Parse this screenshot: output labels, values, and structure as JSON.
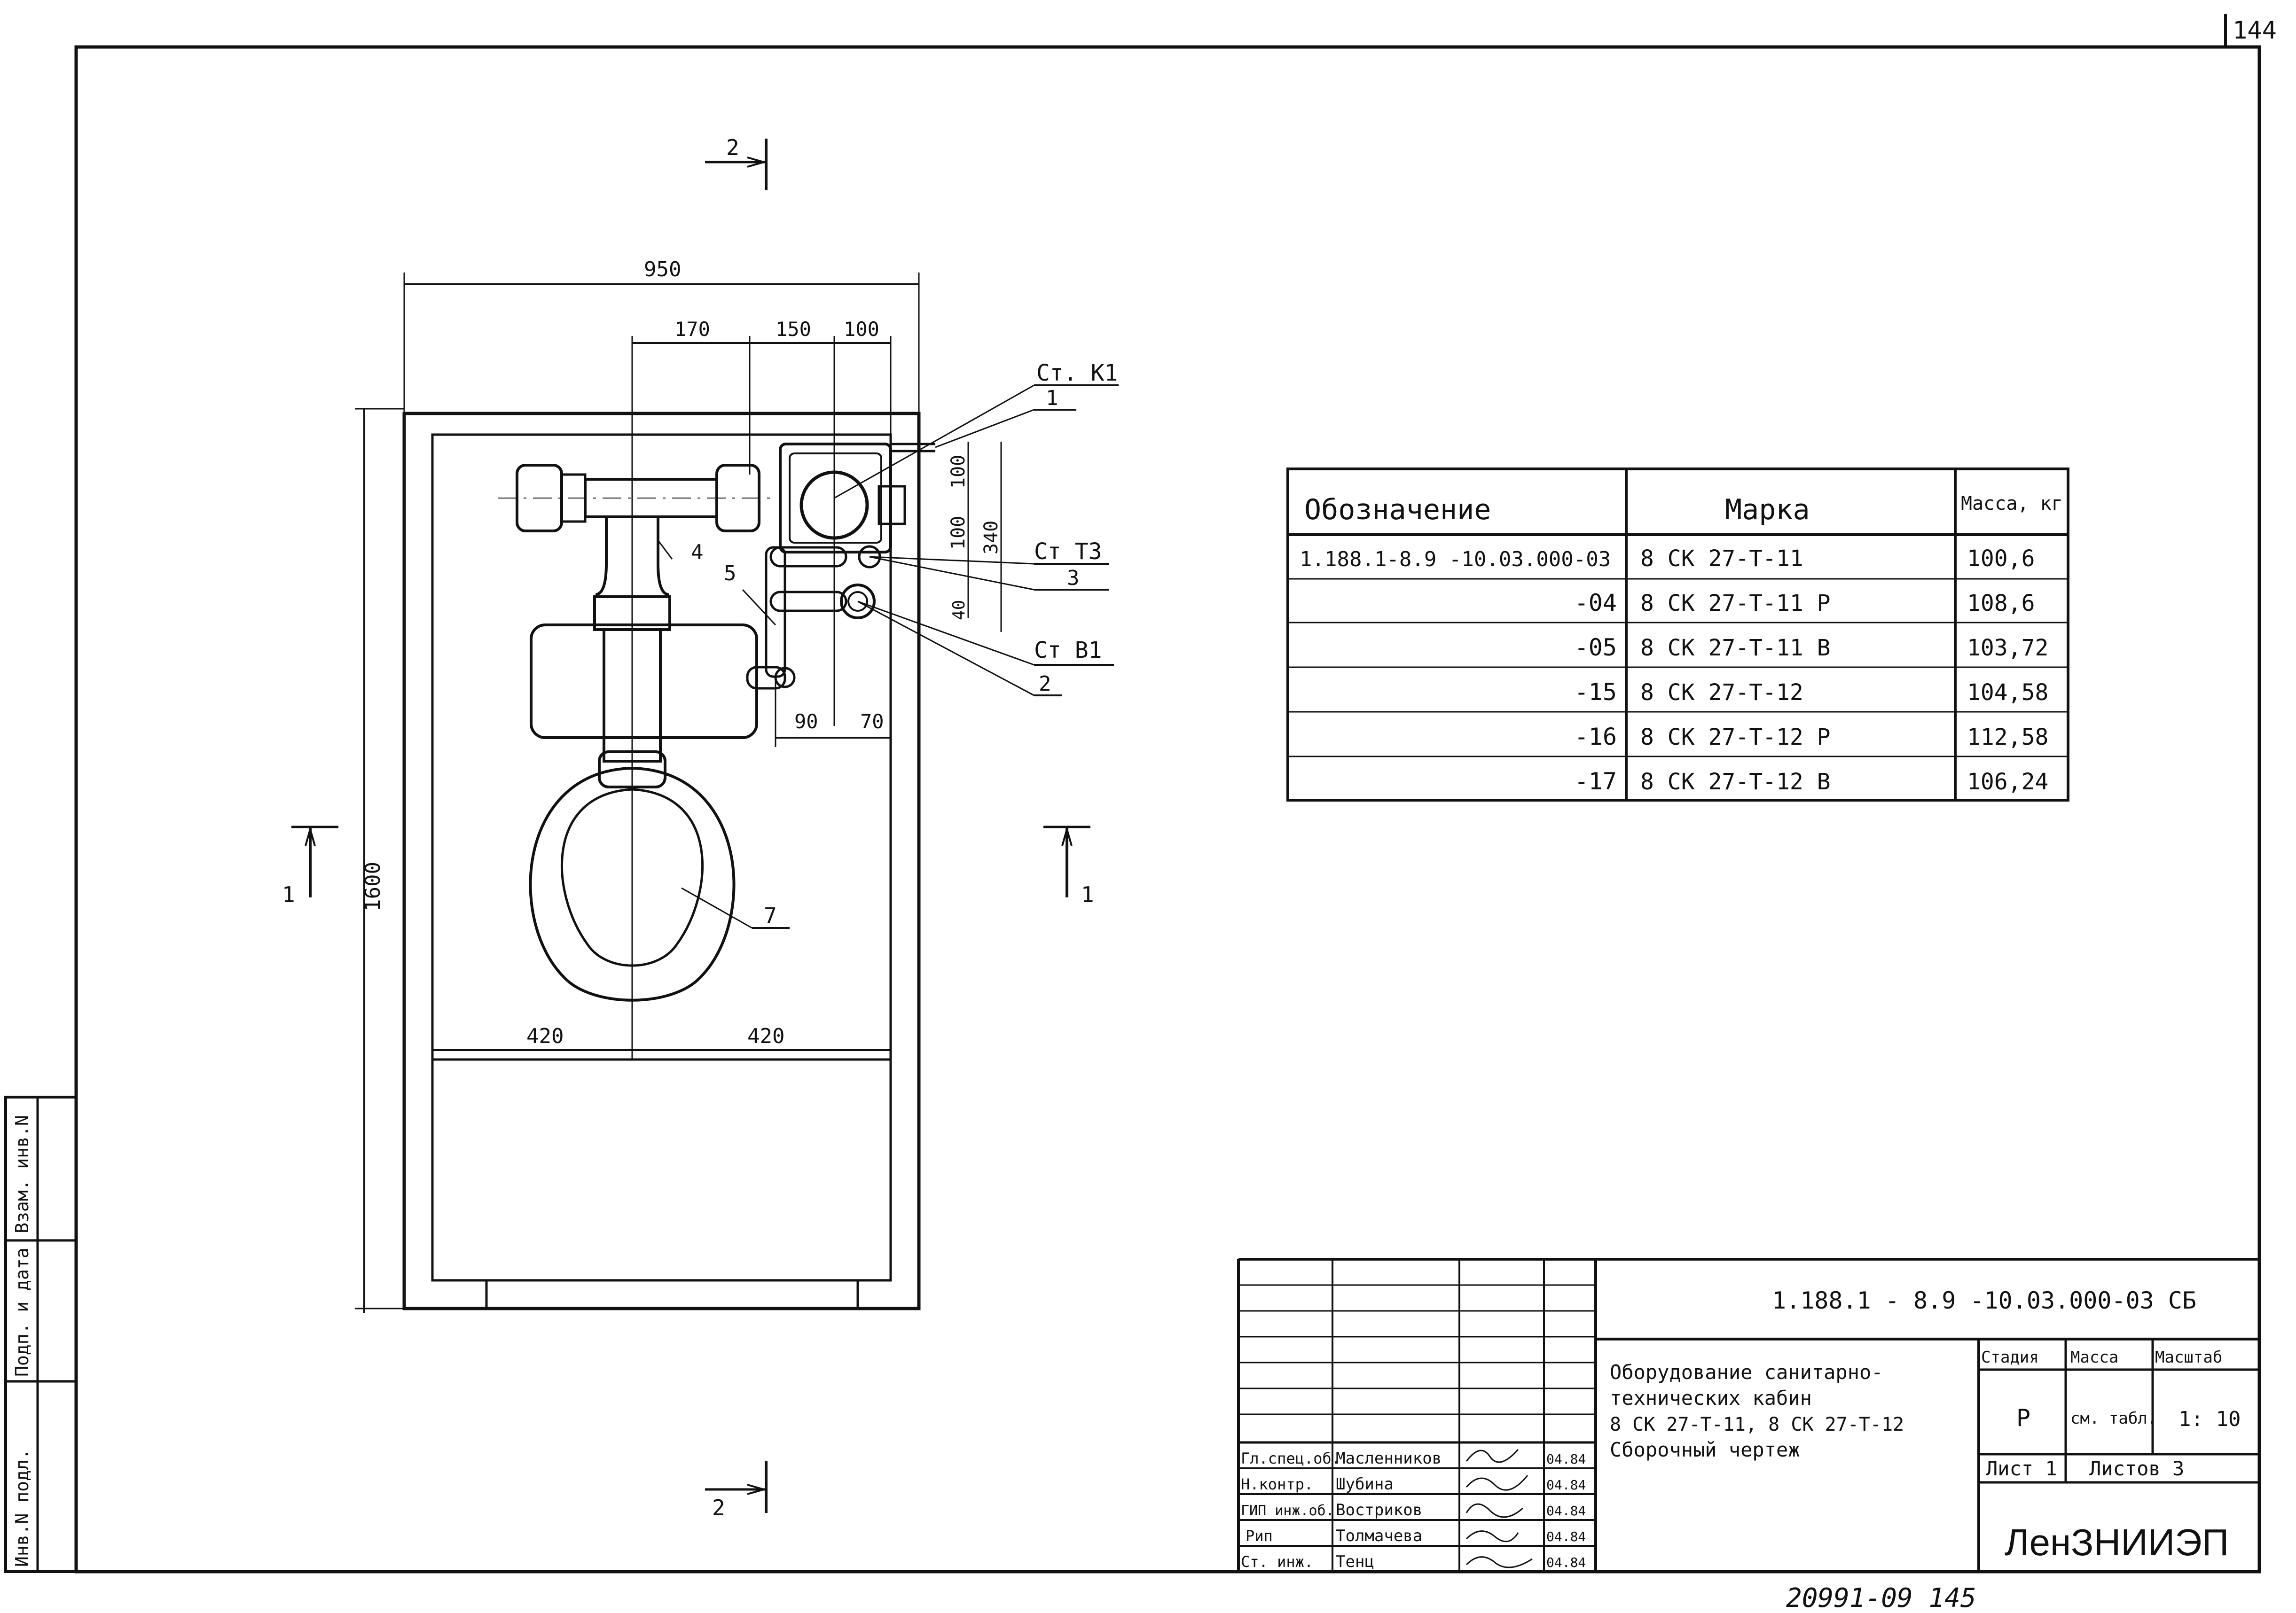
{
  "sheet": {
    "page_number": "144",
    "footer_number": "20991-09 145"
  },
  "side_stamp": {
    "fields": [
      "Инв.N подл.",
      "Подп. и дата",
      "Взам. инв.N"
    ]
  },
  "drawing": {
    "dims": {
      "overall_width": "950",
      "d170": "170",
      "d150": "150",
      "d100_top": "100",
      "d100_right": "100",
      "d340": "340",
      "d40": "40",
      "d100_small": "100",
      "d90": "90",
      "d70": "70",
      "height": "1600",
      "left_420": "420",
      "right_420": "420"
    },
    "callouts": {
      "st_k1": "Ст. К1",
      "st_t3": "Ст Т3",
      "st_v1": "Ст В1",
      "n1": "1",
      "n2": "2",
      "n3": "3",
      "n4": "4",
      "n5": "5",
      "n7": "7"
    },
    "section_marks": {
      "s1": "1",
      "s2": "2"
    }
  },
  "spec_table": {
    "headers": [
      "Обозначение",
      "Марка",
      "Масса, кг"
    ],
    "rows": [
      {
        "designation": "1.188.1-8.9   -10.03.000-03",
        "mark": "8 СК 27-Т-11",
        "mass": "100,6"
      },
      {
        "designation": "-04",
        "mark": "8 СК 27-Т-11 Р",
        "mass": "108,6"
      },
      {
        "designation": "-05",
        "mark": "8 СК 27-Т-11 В",
        "mass": "103,72"
      },
      {
        "designation": "-15",
        "mark": "8 СК 27-Т-12",
        "mass": "104,58"
      },
      {
        "designation": "-16",
        "mark": "8 СК 27-Т-12 Р",
        "mass": "112,58"
      },
      {
        "designation": "-17",
        "mark": "8 СК 27-Т-12 В",
        "mass": "106,24"
      }
    ]
  },
  "title_block": {
    "code": "1.188.1 - 8.9    -10.03.000-03 СБ",
    "title_lines": [
      "Оборудование санитарно-",
      "технических  кабин",
      "8 СК 27-Т-11, 8 СК 27-Т-12",
      " Сборочный  чертеж"
    ],
    "stage_label": "Стадия",
    "mass_label": "Масса",
    "scale_label": "Масштаб",
    "stage": "Р",
    "mass_value": "см. табл.",
    "scale": "1: 10",
    "sheet_label": "Лист 1",
    "sheets_label": "Листов 3",
    "org": "ЛенЗНИИЭП",
    "signatures": [
      {
        "role": "Гл.спец.об.",
        "name": "Масленников",
        "date": "04.84"
      },
      {
        "role": "Н.контр.",
        "name": "Шубина",
        "date": "04.84"
      },
      {
        "role": "ГИП инж.об.",
        "name": "Востриков",
        "date": "04.84"
      },
      {
        "role": "Рип",
        "name": "Толмачева",
        "date": "04.84"
      },
      {
        "role": "Ст. инж.",
        "name": "Тенц",
        "date": "04.84"
      }
    ]
  }
}
